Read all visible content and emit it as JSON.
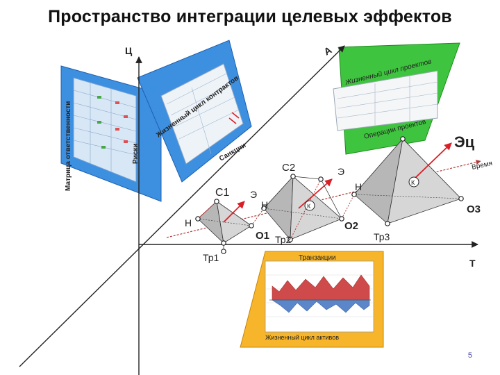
{
  "title": "Пространство интеграции целевых эффектов",
  "axes": {
    "c": "Ц",
    "a": "А",
    "t": "Т",
    "time": "Время"
  },
  "planes": {
    "left_matrix": "Матрица ответственности",
    "left_risks": "Риски",
    "contracts_cycle": "Жизненный цикл контрактов",
    "sanctions": "Санкции",
    "project_cycle": "Жизненный цикл проектов",
    "project_ops": "Операции проектов",
    "transactions": "Транзакции",
    "asset_cycle": "Жизненный цикл активов"
  },
  "nodes": {
    "c1": "С1",
    "c2": "С2",
    "e1": "Э",
    "e2": "Э",
    "ec": "Эц",
    "h1": "Н",
    "h2": "Н",
    "h3": "Н",
    "k1": "К",
    "k2": "К",
    "o1": "О1",
    "o2": "О2",
    "o3": "О3",
    "tr1": "Тр1",
    "tr2": "Тр2",
    "tr3": "Тр3"
  },
  "page_number": "5",
  "colors": {
    "plane_blue": "#3d8fe0",
    "plane_green": "#3ec43e",
    "plane_orange": "#f6b52a",
    "pyramid_gray": "#b9b9b9",
    "arrow_red": "#d71f26",
    "area_red": "#cf4a4a",
    "area_blue": "#5b86c9",
    "axis": "#222222"
  }
}
